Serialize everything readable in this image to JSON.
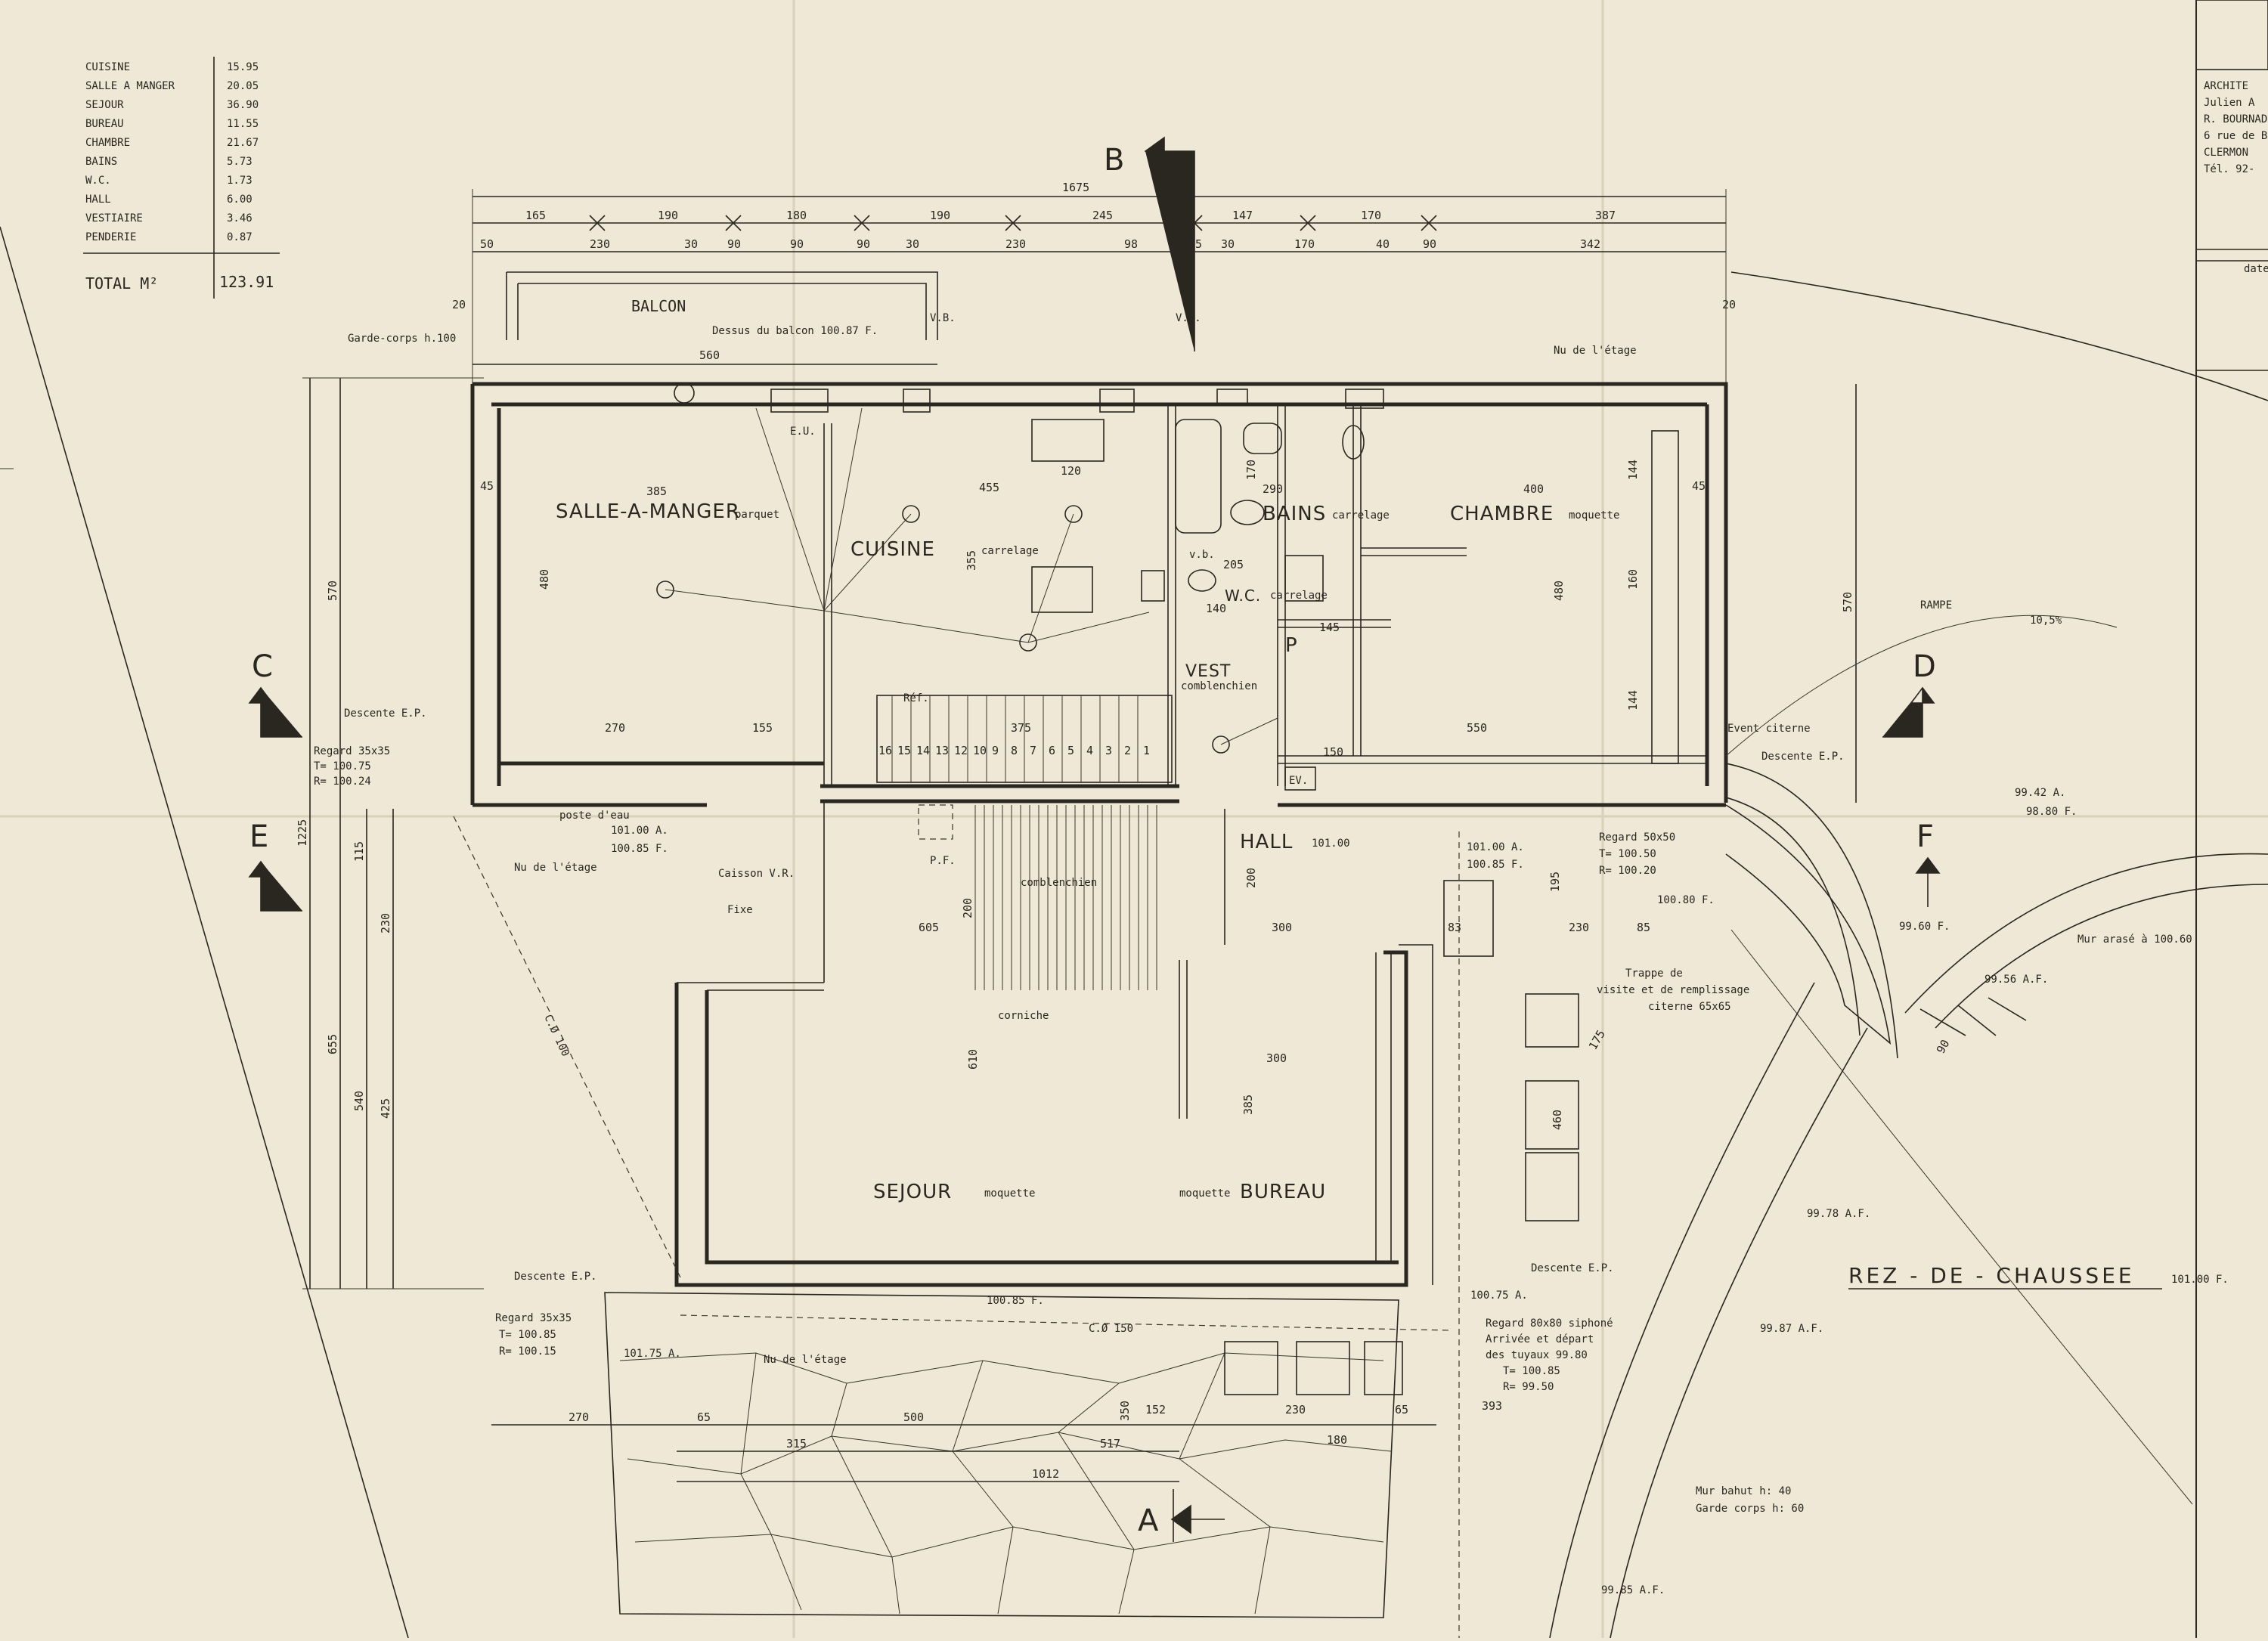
{
  "area_table": {
    "rows": [
      {
        "name": "CUISINE",
        "value": "15.95"
      },
      {
        "name": "SALLE A MANGER",
        "value": "20.05"
      },
      {
        "name": "SEJOUR",
        "value": "36.90"
      },
      {
        "name": "BUREAU",
        "value": "11.55"
      },
      {
        "name": "CHAMBRE",
        "value": "21.67"
      },
      {
        "name": "BAINS",
        "value": "5.73"
      },
      {
        "name": "W.C.",
        "value": "1.73"
      },
      {
        "name": "HALL",
        "value": "6.00"
      },
      {
        "name": "VESTIAIRE",
        "value": "3.46"
      },
      {
        "name": "PENDERIE",
        "value": "0.87"
      }
    ],
    "total_label": "TOTAL M²",
    "total_value": "123.91"
  },
  "title_block": {
    "lines": [
      "ARCHITE",
      "Julien A",
      "R. BOURNADE",
      "6 rue de B",
      "CLERMON",
      "Tél. 92-"
    ],
    "date_label": "date"
  },
  "rooms": {
    "balcon": "BALCON",
    "salle": "SALLE-A-MANGER",
    "salle_mat": "parquet",
    "cuisine": "CUISINE",
    "cuisine_mat": "carrelage",
    "bains": "BAINS",
    "bains_mat": "carrelage",
    "chambre": "CHAMBRE",
    "chambre_mat": "moquette",
    "wc": "W.C.",
    "wc_mat": "carrelage",
    "vest": "VEST",
    "vest_mat": "comblenchien",
    "hall": "HALL",
    "hall_level": "101.00",
    "sejour": "SEJOUR",
    "sejour_mat": "moquette",
    "bureau": "BUREAU",
    "bureau_mat": "moquette",
    "p": "P",
    "ref": "Réf."
  },
  "sections": {
    "a": "A",
    "b": "B",
    "c": "C",
    "d": "D",
    "e": "E",
    "f": "F"
  },
  "plan_title": "REZ - DE - CHAUSSEE",
  "plan_level": "101.00 F.",
  "annotations": {
    "garde_corps": "Garde-corps h.100",
    "dessus_balcon": "Dessus du balcon 100.87 F.",
    "vb1": "V.B.",
    "vb2": "V.B.",
    "nu_etage_top": "Nu de l'étage",
    "descente_ep_left": "Descente E.P.",
    "regard_left": "Regard 35x35",
    "regard_left_t": "T= 100.75",
    "regard_left_r": "R= 100.24",
    "poste_eau": "poste d'eau",
    "lvl_10100a": "101.00 A.",
    "lvl_10085f": "100.85 F.",
    "nu_etage_left": "Nu de l'étage",
    "caisson_vr": "Caisson V.R.",
    "fixe": "Fixe",
    "pf": "P.F.",
    "comblenchien_hall": "comblenchien",
    "corniche": "corniche",
    "rampe": "RAMPE",
    "rampe_pct": "10,5%",
    "event_citerne": "Event citerne",
    "descente_ep_right": "Descente E.P.",
    "lvl_right_a": "101.00 A.",
    "lvl_right_f": "100.85 F.",
    "regard_right": "Regard 50x50",
    "regard_right_t": "T= 100.50",
    "regard_right_r": "R= 100.20",
    "lvl_10080f": "100.80 F.",
    "trappe1": "Trappe de",
    "trappe2": "visite et de remplissage",
    "trappe3": "citerne 65x65",
    "lvl_9942a": "99.42 A.",
    "lvl_9880f": "98.80 F.",
    "lvl_9960f": "99.60 F.",
    "mur_arase": "Mur arasé à 100.60",
    "lvl_9956af": "99.56 A.F.",
    "lvl_9978af": "99.78 A.F.",
    "lvl_9987af": "99.87 A.F.",
    "lvl_9985af": "99.85 A.F.",
    "descente_ep_bl": "Descente E.P.",
    "regard_bl": "Regard 35x35",
    "regard_bl_t": "T= 100.85",
    "regard_bl_r": "R= 100.15",
    "lvl_10175a": "101.75 A.",
    "lvl_10085f_b": "100.85 F.",
    "nu_etage_bottom": "Nu de l'étage",
    "c150": "C.Ø 150",
    "descente_ep_br": "Descente E.P.",
    "lvl_10075a": "100.75 A.",
    "regard_br1": "Regard 80x80 siphoné",
    "regard_br2": "Arrivée et départ",
    "regard_br3": "des tuyaux 99.80",
    "regard_br_t": "T= 100.85",
    "regard_br_r": "R= 99.50",
    "mur_bahut": "Mur bahut   h: 40",
    "garde_corps_b": "Garde corps   h: 60",
    "c100": "C.Ø 100",
    "ev": "EV.",
    "eu": "E.U.",
    "vb_small": "v.b."
  },
  "dims": {
    "top_total": "1675",
    "row1": [
      "165",
      "190",
      "180",
      "190",
      "245",
      "147",
      "170",
      "387"
    ],
    "row2": [
      "50",
      "230",
      "30",
      "90",
      "90",
      "90",
      "30",
      "230",
      "98",
      "65",
      "30",
      "170",
      "40",
      "90",
      "342"
    ],
    "left_total": "1225",
    "left_a": "570",
    "left_b": "655",
    "left_c": "540",
    "left_d": "425",
    "left_e": "115",
    "left_f": "230",
    "right_a": "570",
    "balcon_w": "560",
    "salle_w": "385",
    "cuisine_w": "455",
    "bains_w": "290",
    "chambre_w": "400",
    "wc_w": "205",
    "salle_h": "480",
    "chambre_h": "480",
    "cuisine_h": "355",
    "sejour_w": "605",
    "sejour_h": "610",
    "bureau_w": "300",
    "bureau_h": "385",
    "hall_w": "300",
    "hall_h": "200",
    "salle_bottom": "270",
    "d155": "155",
    "d375": "375",
    "d550": "550",
    "bot_270": "270",
    "bot_65": "65",
    "bot_500": "500",
    "bot_315": "315",
    "bot_517": "517",
    "bot_1012": "1012",
    "bot_350": "350",
    "bot_152": "152",
    "bot_230": "230",
    "bot_65b": "65",
    "bot_180": "180",
    "bot_393": "393",
    "d120": "120",
    "d140": "140",
    "d145": "145",
    "d150": "150",
    "d170": "170",
    "d160": "160",
    "d144a": "144",
    "d144b": "144",
    "d83": "83",
    "d85": "85",
    "d230r": "230",
    "d195": "195",
    "d460": "460",
    "d175": "175",
    "d90": "90",
    "d200": "200",
    "d20a": "20",
    "d20b": "20",
    "d45a": "45",
    "d45b": "45",
    "stairs": [
      "16",
      "15",
      "14",
      "13",
      "12",
      "10",
      "9",
      "8",
      "7",
      "6",
      "5",
      "4",
      "3",
      "2",
      "1"
    ]
  }
}
